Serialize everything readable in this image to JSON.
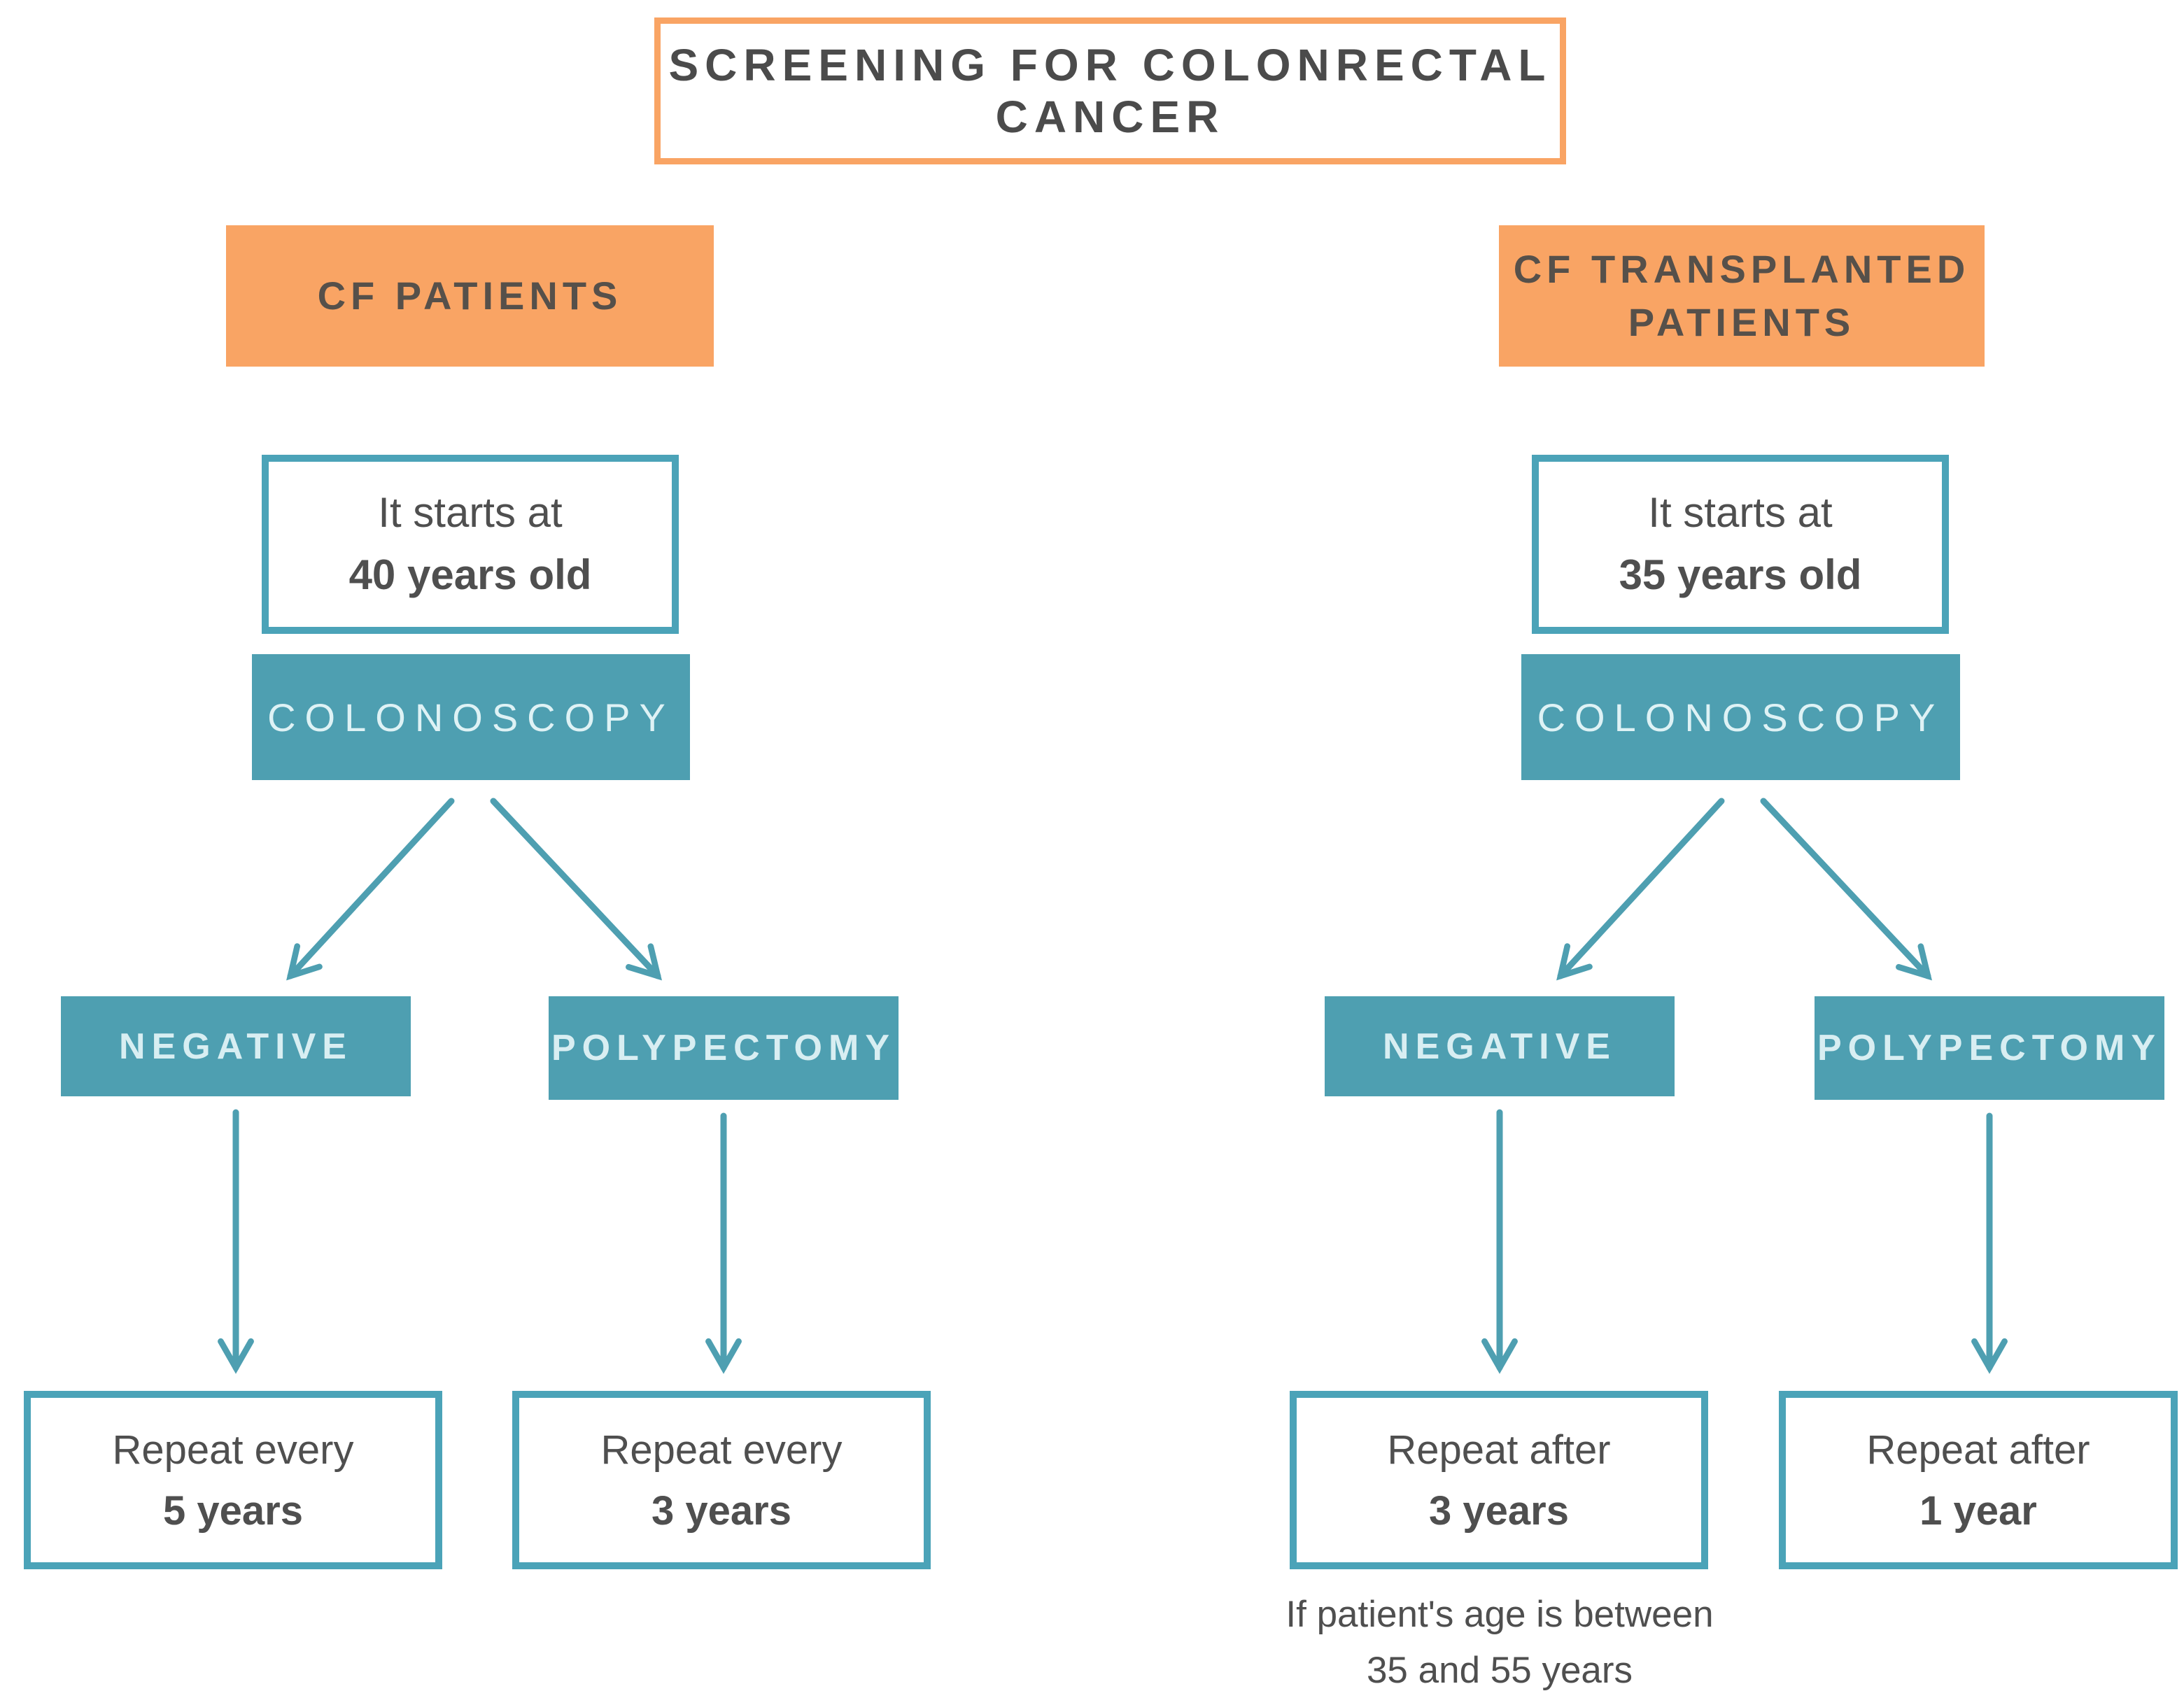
{
  "title": "SCREENING FOR COLONRECTAL CANCER",
  "colors": {
    "accent_orange": "#F9A464",
    "teal": "#4E9FB1",
    "teal_border": "#4BA3B8",
    "text_dark": "#4B4B4B",
    "teal_box_text": "#DEF2F5"
  },
  "columns": [
    {
      "header": "CF PATIENTS",
      "start_line1": "It starts at",
      "start_line2": "40 years old",
      "procedure": "COLONOSCOPY",
      "outcomes": [
        {
          "label": "NEGATIVE",
          "result_line1": "Repeat every",
          "result_line2": "5 years"
        },
        {
          "label": "POLYPECTOMY",
          "result_line1": "Repeat every",
          "result_line2": "3 years"
        }
      ]
    },
    {
      "header": "CF TRANSPLANTED PATIENTS",
      "start_line1": "It starts at",
      "start_line2": "35 years old",
      "procedure": "COLONOSCOPY",
      "outcomes": [
        {
          "label": "NEGATIVE",
          "result_line1": "Repeat after",
          "result_line2": "3 years"
        },
        {
          "label": "POLYPECTOMY",
          "result_line1": "Repeat after",
          "result_line2": "1 year"
        }
      ],
      "footnote_line1": "If patient's age is between",
      "footnote_line2": "35 and 55 years"
    }
  ]
}
